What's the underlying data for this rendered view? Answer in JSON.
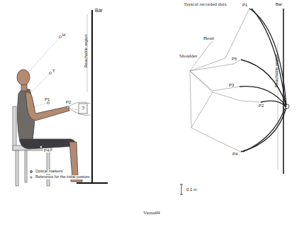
{
  "diagram": {
    "caption": "Varna09",
    "labels": [
      "Bar",
      "Reachable region",
      "H",
      "T",
      "P1",
      "P2",
      "?",
      "P4",
      "Typical recorded data",
      "Bar",
      "Reachable region",
      "Head",
      "Shoulder",
      "P1",
      "P5",
      "P3",
      "P2",
      "P4",
      "0.1 m"
    ],
    "legend": [
      {
        "text": "Optical markers"
      },
      {
        "text": "Reference for the initial posture"
      }
    ]
  }
}
